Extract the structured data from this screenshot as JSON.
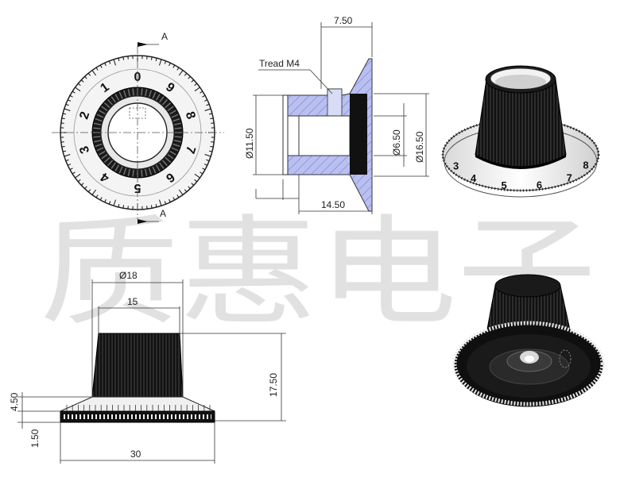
{
  "watermark": "质惠电子",
  "top_view": {
    "section_label_top": "A",
    "section_label_bottom": "A",
    "dial_numbers": [
      "0",
      "1",
      "2",
      "3",
      "4",
      "5",
      "6",
      "7",
      "8",
      "9"
    ]
  },
  "section_view": {
    "thread_label": "Tread M4",
    "dim_top": "7.50",
    "dim_left": "Ø11.50",
    "dim_inner": "Ø6.50",
    "dim_outer": "Ø16.50",
    "dim_bottom": "14.50"
  },
  "side_view": {
    "dim_top_diameter": "Ø18",
    "dim_top_width": "15",
    "dim_height": "17.50",
    "dim_skirt": "4.50",
    "dim_base": "1.50",
    "dim_width": "30"
  },
  "render_front": {
    "dial_numbers": [
      "3",
      "4",
      "5",
      "6",
      "7",
      "8"
    ]
  }
}
